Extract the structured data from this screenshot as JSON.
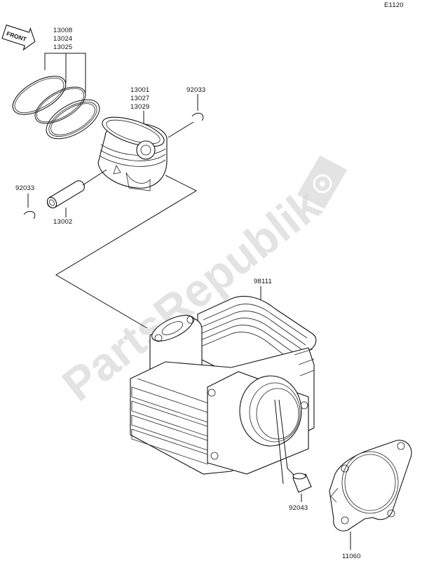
{
  "diagram": {
    "code": "E1120",
    "front_marker": "FRONT",
    "watermark": "PartsRepublik",
    "parts": {
      "rings": [
        "13008",
        "13024",
        "13025"
      ],
      "piston": [
        "13001",
        "13027",
        "13029"
      ],
      "clip_right": "92033",
      "clip_left": "92033",
      "pin": "13002",
      "cylinder": "98111",
      "dowel": "92043",
      "gasket": "11060"
    }
  }
}
